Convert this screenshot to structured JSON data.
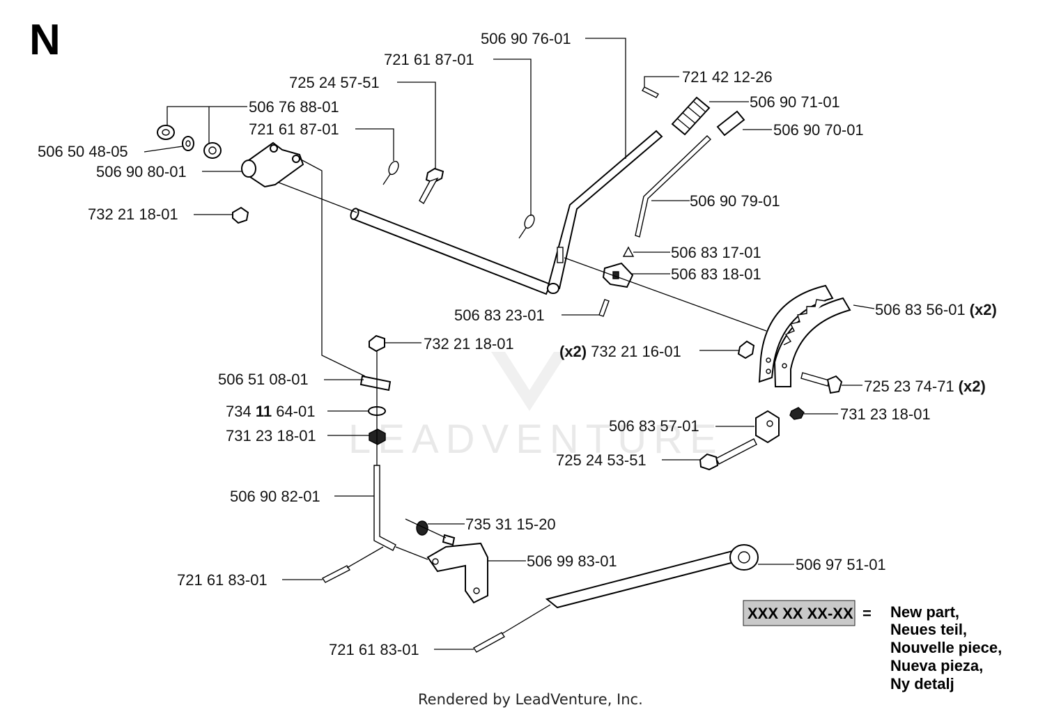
{
  "page_letter": "N",
  "watermark": "LEADVENTURE",
  "footer": "Rendered by LeadVenture, Inc.",
  "callouts": {
    "p506907601": "506 90 76-01",
    "p721618701_top": "721 61 87-01",
    "p721421226": "721 42 12-26",
    "p725245751": "725 24 57-51",
    "p506907101": "506 90 71-01",
    "p506768801": "506 76 88-01",
    "p506907001": "506 90 70-01",
    "p721618701_mid": "721 61 87-01",
    "p506504805": "506 50 48-05",
    "p506908001": "506 90 80-01",
    "p506907901": "506 90 79-01",
    "p732211801_top": "732 21 18-01",
    "p506831701": "506 83 17-01",
    "p506831801": "506 83 18-01",
    "p506835601": "506 83 56-01",
    "p506835601_qty": "(x2)",
    "p506832301": "506 83 23-01",
    "p732211801_mid": "732 21 18-01",
    "p732211601_qty": "(x2)",
    "p732211601": "732 21 16-01",
    "p506510801": "506 51 08-01",
    "p725237471": "725 23 74-71",
    "p725237471_qty": "(x2)",
    "p734116401_a": "734 ",
    "p734116401_b": "11",
    "p734116401_c": " 64-01",
    "p731231801_right": "731 23 18-01",
    "p506835701": "506 83 57-01",
    "p731231801_left": "731 23 18-01",
    "p725245351": "725 24 53-51",
    "p506908201": "506 90 82-01",
    "p735311520": "735 31 15-20",
    "p506998301": "506 99 83-01",
    "p506975101": "506 97 51-01",
    "p721618301_upper": "721 61 83-01",
    "p721618301_lower": "721 61 83-01"
  },
  "legend": {
    "new_part_code": "XXX XX XX-XX",
    "equals": "=",
    "lines": [
      "New part,",
      "Neues teil,",
      "Nouvelle piece,",
      "Nueva pieza,",
      "Ny detalj"
    ]
  }
}
